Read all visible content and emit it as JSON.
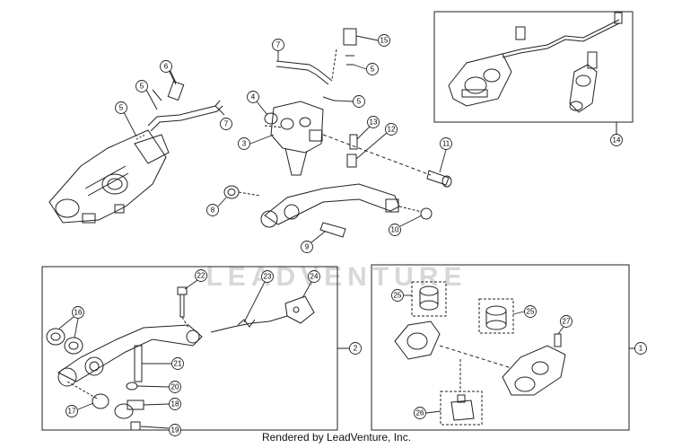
{
  "watermark": "LEADVENTURE",
  "footer": "Rendered by LeadVenture, Inc.",
  "callouts": {
    "c1": "1",
    "c2": "2",
    "c3": "3",
    "c4": "4",
    "c5": "5",
    "c6": "6",
    "c7": "7",
    "c8": "8",
    "c9": "9",
    "c10": "10",
    "c11": "11",
    "c12": "12",
    "c13": "13",
    "c14": "14",
    "c15": "15",
    "c16": "16",
    "c17": "17",
    "c18": "18",
    "c19": "19",
    "c20": "20",
    "c21": "21",
    "c22": "22",
    "c23": "23",
    "c24": "24",
    "c25": "25",
    "c26": "26",
    "c27": "27"
  }
}
